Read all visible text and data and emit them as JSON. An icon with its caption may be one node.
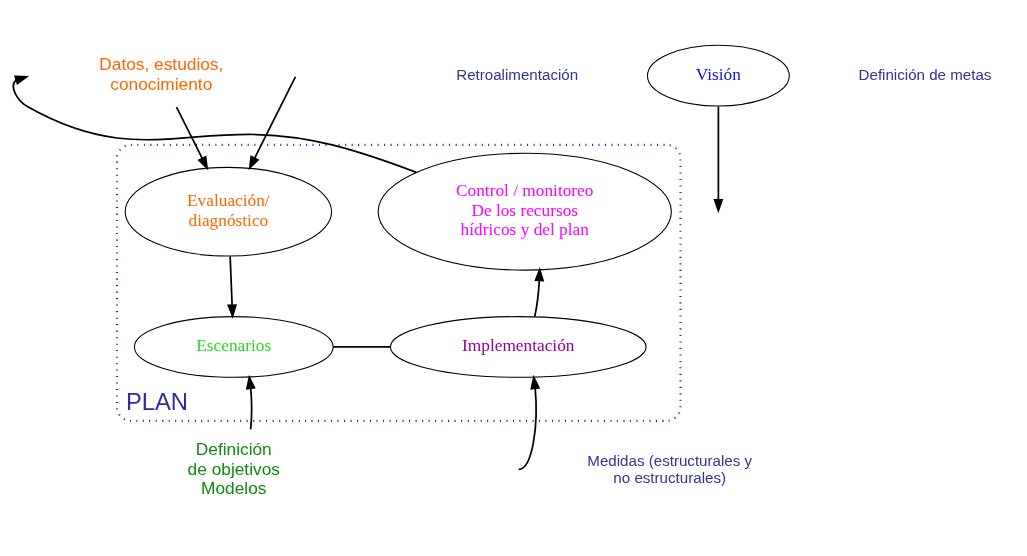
{
  "diagram": {
    "nodes": [
      {
        "text": [
          "PLAN"
        ]
      },
      {
        "text": [
          "Visión"
        ]
      },
      {
        "text": [
          "Control / monitoreo De los recursos hídricos y del plan"
        ],
        "in": 0
      },
      {
        "text": [
          "Evaluación/ diagnóstico"
        ],
        "in": 0
      },
      {
        "text": [
          "Escenarios"
        ],
        "in": 0
      },
      {
        "text": [
          "Implementación"
        ],
        "in": 0
      },
      {
        "text": [
          "Datos, estudios, conocimiento"
        ]
      },
      {
        "text": [
          "Definición de objetivos Modelos"
        ]
      }
    ],
    "edges": [
      {
        "from": 1,
        "to": null,
        "arrow": "to"
      },
      {
        "from": 2,
        "to": null,
        "arrow": "to"
      },
      {
        "from": null,
        "to": 3,
        "arrow": "to"
      },
      {
        "from": 6,
        "to": 3,
        "arrow": "to"
      },
      {
        "from": 3,
        "to": 4,
        "arrow": "to"
      },
      {
        "from": 4,
        "to": 5,
        "arrow": "none"
      },
      {
        "from": 5,
        "to": 2,
        "arrow": "to"
      },
      {
        "from": null,
        "to": 5,
        "arrow": "to"
      },
      {
        "from": 7,
        "to": 4,
        "arrow": "to"
      }
    ],
    "labels": [
      "Retroalimentación",
      "Definición de metas",
      "Medidas (estructurales y no estructurales)"
    ]
  }
}
